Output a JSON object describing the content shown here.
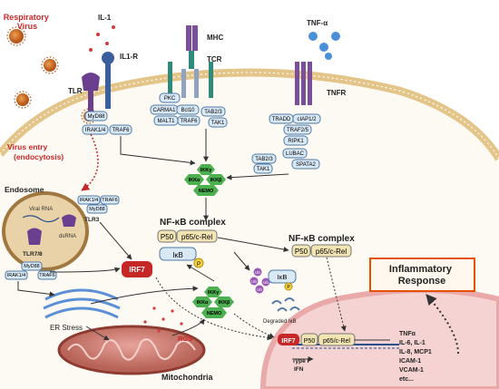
{
  "labels": {
    "respiratory_virus": [
      "Respiratory",
      "Virus"
    ],
    "il1": "IL-1",
    "il1r": "IL1-R",
    "mhc": "MHC",
    "tcr": "TCR",
    "tnfa": "TNF-α",
    "tnfr": "TNFR",
    "tlr": "TLR",
    "myd88": "MyD88",
    "irak14": "IRAK1/4",
    "traf6": "TRAF6",
    "pkc": "PKC",
    "carma1": "CARMA1",
    "bcl10": "Bcl10",
    "malt1": "MALT1",
    "tab23": "TAB2/3",
    "tak1": "TAK1",
    "tradd": "TRADD",
    "ciap12": "cIAP1/2",
    "traf25": "TRAF2/5",
    "ripk1": "RIPK1",
    "lubac": "LUBAC",
    "spata2": "SPATA2",
    "virus_entry": [
      "Virus entry",
      "(endocytosis)"
    ],
    "endosome": "Endosome",
    "viral_rna": "Viral RNA",
    "dsrna": "dsRNA",
    "tlr78": "TLR7/8",
    "tlr3": "TLR3",
    "ikk_gamma": "IKKγ",
    "ikk_alpha": "IKKα",
    "ikk_beta": "IKKβ",
    "nemo": "NEMO",
    "nfkb_complex": "NF-κB complex",
    "p50": "P50",
    "p65crel": "p65/c-Rel",
    "ikb": "IκB",
    "p": "P",
    "ub": "Ub",
    "degraded_ikb": "Degraded IκB",
    "irf7": "IRF7",
    "er_stress": "ER Stress",
    "ros": "ROS",
    "mitochondria": "Mitochondria",
    "inflammatory_response": [
      "Inflammatory",
      "Response"
    ],
    "type1ifn": [
      "Type I",
      "IFN"
    ],
    "cytokines": [
      "TNFα",
      "IL-6, IL-1",
      "IL-8, MCP1",
      "ICAM-1",
      "VCAM-1",
      "etc..."
    ]
  },
  "colors": {
    "membrane": "#f3e4c6",
    "nucleus": "#f6d3d3",
    "endosome": "#c8a26a",
    "box_fill": "#d9e8f5",
    "box_stroke": "#4f7aa6",
    "ikk_green": "#4caf50",
    "irf7_red": "#c62828",
    "virus_orange": "#d2691e",
    "text_red": "#c62828",
    "inflammatory_border": "#e65100",
    "ikb_yellow": "#f7d046",
    "ub_purple": "#9b59b6"
  }
}
